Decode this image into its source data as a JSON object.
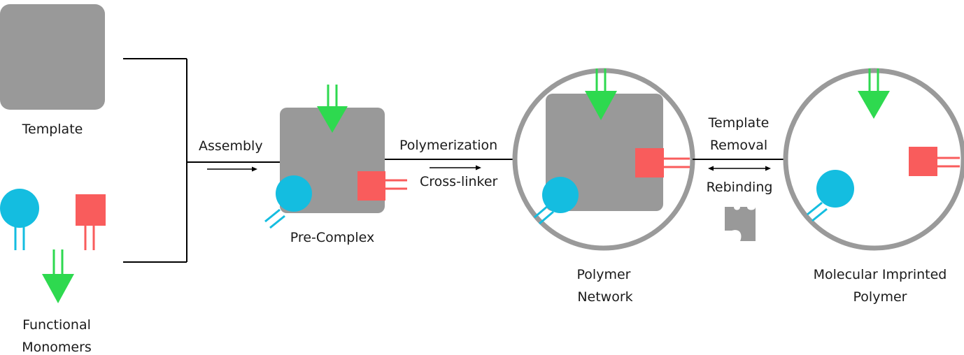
{
  "labels": {
    "template": "Template",
    "functional_monomers_line1": "Functional",
    "functional_monomers_line2": "Monomers",
    "assembly": "Assembly",
    "pre_complex": "Pre-Complex",
    "polymerization": "Polymerization",
    "cross_linker": "Cross-linker",
    "polymer_network_line1": "Polymer",
    "polymer_network_line2": "Network",
    "template_removal_line1": "Template",
    "template_removal_line2": "Removal",
    "rebinding": "Rebinding",
    "mip_line1": "Molecular Imprinted",
    "mip_line2": "Polymer"
  },
  "colors": {
    "template_gray": "#999999",
    "ring_gray": "#9a9a9a",
    "monomer_cyan": "#14bde0",
    "monomer_red": "#f95c5c",
    "monomer_green": "#2ed94f",
    "line_black": "#000000"
  },
  "icons": {
    "cyan_monomer": "circle-with-double-stem",
    "red_monomer": "square-with-double-stem",
    "green_monomer": "down-arrow-with-double-stem",
    "template_fragment": "puzzle-piece"
  }
}
